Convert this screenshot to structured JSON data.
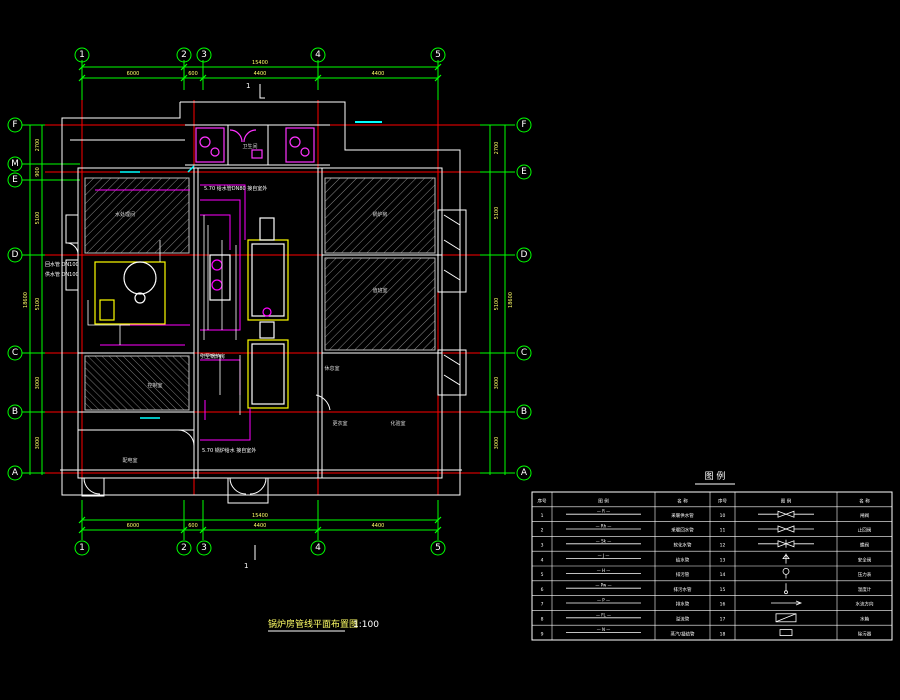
{
  "drawing": {
    "title": "锅炉房管线平面布置图",
    "scale": "1:100",
    "section_mark": "1"
  },
  "axes": {
    "vertical": [
      "1",
      "2",
      "3",
      "4",
      "5"
    ],
    "horizontal": [
      "F",
      "M",
      "E",
      "D",
      "C",
      "B",
      "A"
    ]
  },
  "dimensions": {
    "top_total": "15400",
    "top_segments": [
      "6000",
      "600",
      "4400",
      "4400"
    ],
    "bottom_total": "15400",
    "bottom_segments": [
      "6000",
      "600",
      "4400",
      "4400"
    ],
    "right_total": "18600",
    "right_segments": [
      "2700",
      "5100",
      "5100",
      "3000",
      "3000"
    ],
    "left_total": "18600",
    "left_segments": [
      "2700",
      "900",
      "5100",
      "5100",
      "3000",
      "3000"
    ]
  },
  "room_labels": [
    "水处理间",
    "锅炉房",
    "值班室",
    "控制室",
    "配电室",
    "卫生间",
    "化验室",
    "更衣室",
    "休息室"
  ],
  "pipe_notes": {
    "upper": "5.70 给水管DN80 接自室外",
    "lower": "5.70 锅炉给水 接自室外",
    "left1": "回水管 DN100",
    "left2": "供水管 DN100",
    "mid": "引至锅炉房"
  },
  "legend": {
    "title": "图 例",
    "headers": [
      "序号",
      "图 例",
      "名 称",
      "序号",
      "图 例",
      "名 称"
    ],
    "rows": [
      {
        "no": "1",
        "symbol": "— R —",
        "name": "采暖供水管",
        "no2": "10",
        "symbol2": "gate-valve",
        "name2": "闸阀"
      },
      {
        "no": "2",
        "symbol": "— Rh —",
        "name": "采暖回水管",
        "no2": "11",
        "symbol2": "check-valve",
        "name2": "止回阀"
      },
      {
        "no": "3",
        "symbol": "— Sk —",
        "name": "软化水管",
        "no2": "12",
        "symbol2": "butterfly-valve",
        "name2": "蝶阀"
      },
      {
        "no": "4",
        "symbol": "— J —",
        "name": "给水管",
        "no2": "13",
        "symbol2": "safety-valve",
        "name2": "安全阀"
      },
      {
        "no": "5",
        "symbol": "— H —",
        "name": "排污管",
        "no2": "14",
        "symbol2": "pressure-gauge",
        "name2": "压力表"
      },
      {
        "no": "6",
        "symbol": "— Pw —",
        "name": "排污水管",
        "no2": "15",
        "symbol2": "thermometer",
        "name2": "温度计"
      },
      {
        "no": "7",
        "symbol": "— P —",
        "name": "排水管",
        "no2": "16",
        "symbol2": "flow-arrow",
        "name2": "水流方向"
      },
      {
        "no": "8",
        "symbol": "— FL —",
        "name": "溢流管",
        "no2": "17",
        "symbol2": "water-box",
        "name2": "水箱"
      },
      {
        "no": "9",
        "symbol": "— N —",
        "name": "蒸汽/凝结管",
        "no2": "18",
        "symbol2": "filter",
        "name2": "除污器"
      }
    ]
  },
  "colors": {
    "background": "#000000",
    "axis": "#00ff00",
    "wall": "#ffffff",
    "pipe_red": "#ff0000",
    "pipe_magenta": "#ff00ff",
    "equipment_yellow": "#ffff00",
    "text_cyan": "#00ffff",
    "hatch": "#808080"
  }
}
